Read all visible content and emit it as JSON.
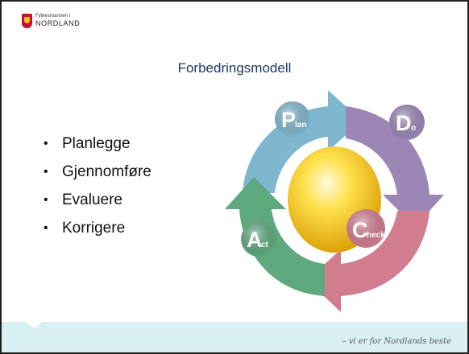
{
  "header": {
    "logo_small": "Fylkesmannen i",
    "logo_main": "NORDLAND"
  },
  "slide": {
    "title": "Forbedringsmodell",
    "bullets": [
      "Planlegge",
      "Gjennomføre",
      "Evaluere",
      "Korrigere"
    ]
  },
  "cycle": {
    "plan": {
      "big": "P",
      "small": "lan",
      "color": "#7fb7cf"
    },
    "do": {
      "big": "D",
      "small": "o",
      "color": "#9b86b6"
    },
    "check": {
      "big": "C",
      "small": "heck",
      "color": "#d27c8f"
    },
    "act": {
      "big": "A",
      "small": "ct",
      "color": "#5fa97f"
    },
    "center_color": "#f5c400"
  },
  "footer": {
    "slogan": "– vi er for Nordlands beste",
    "color": "#d9f0f4"
  }
}
